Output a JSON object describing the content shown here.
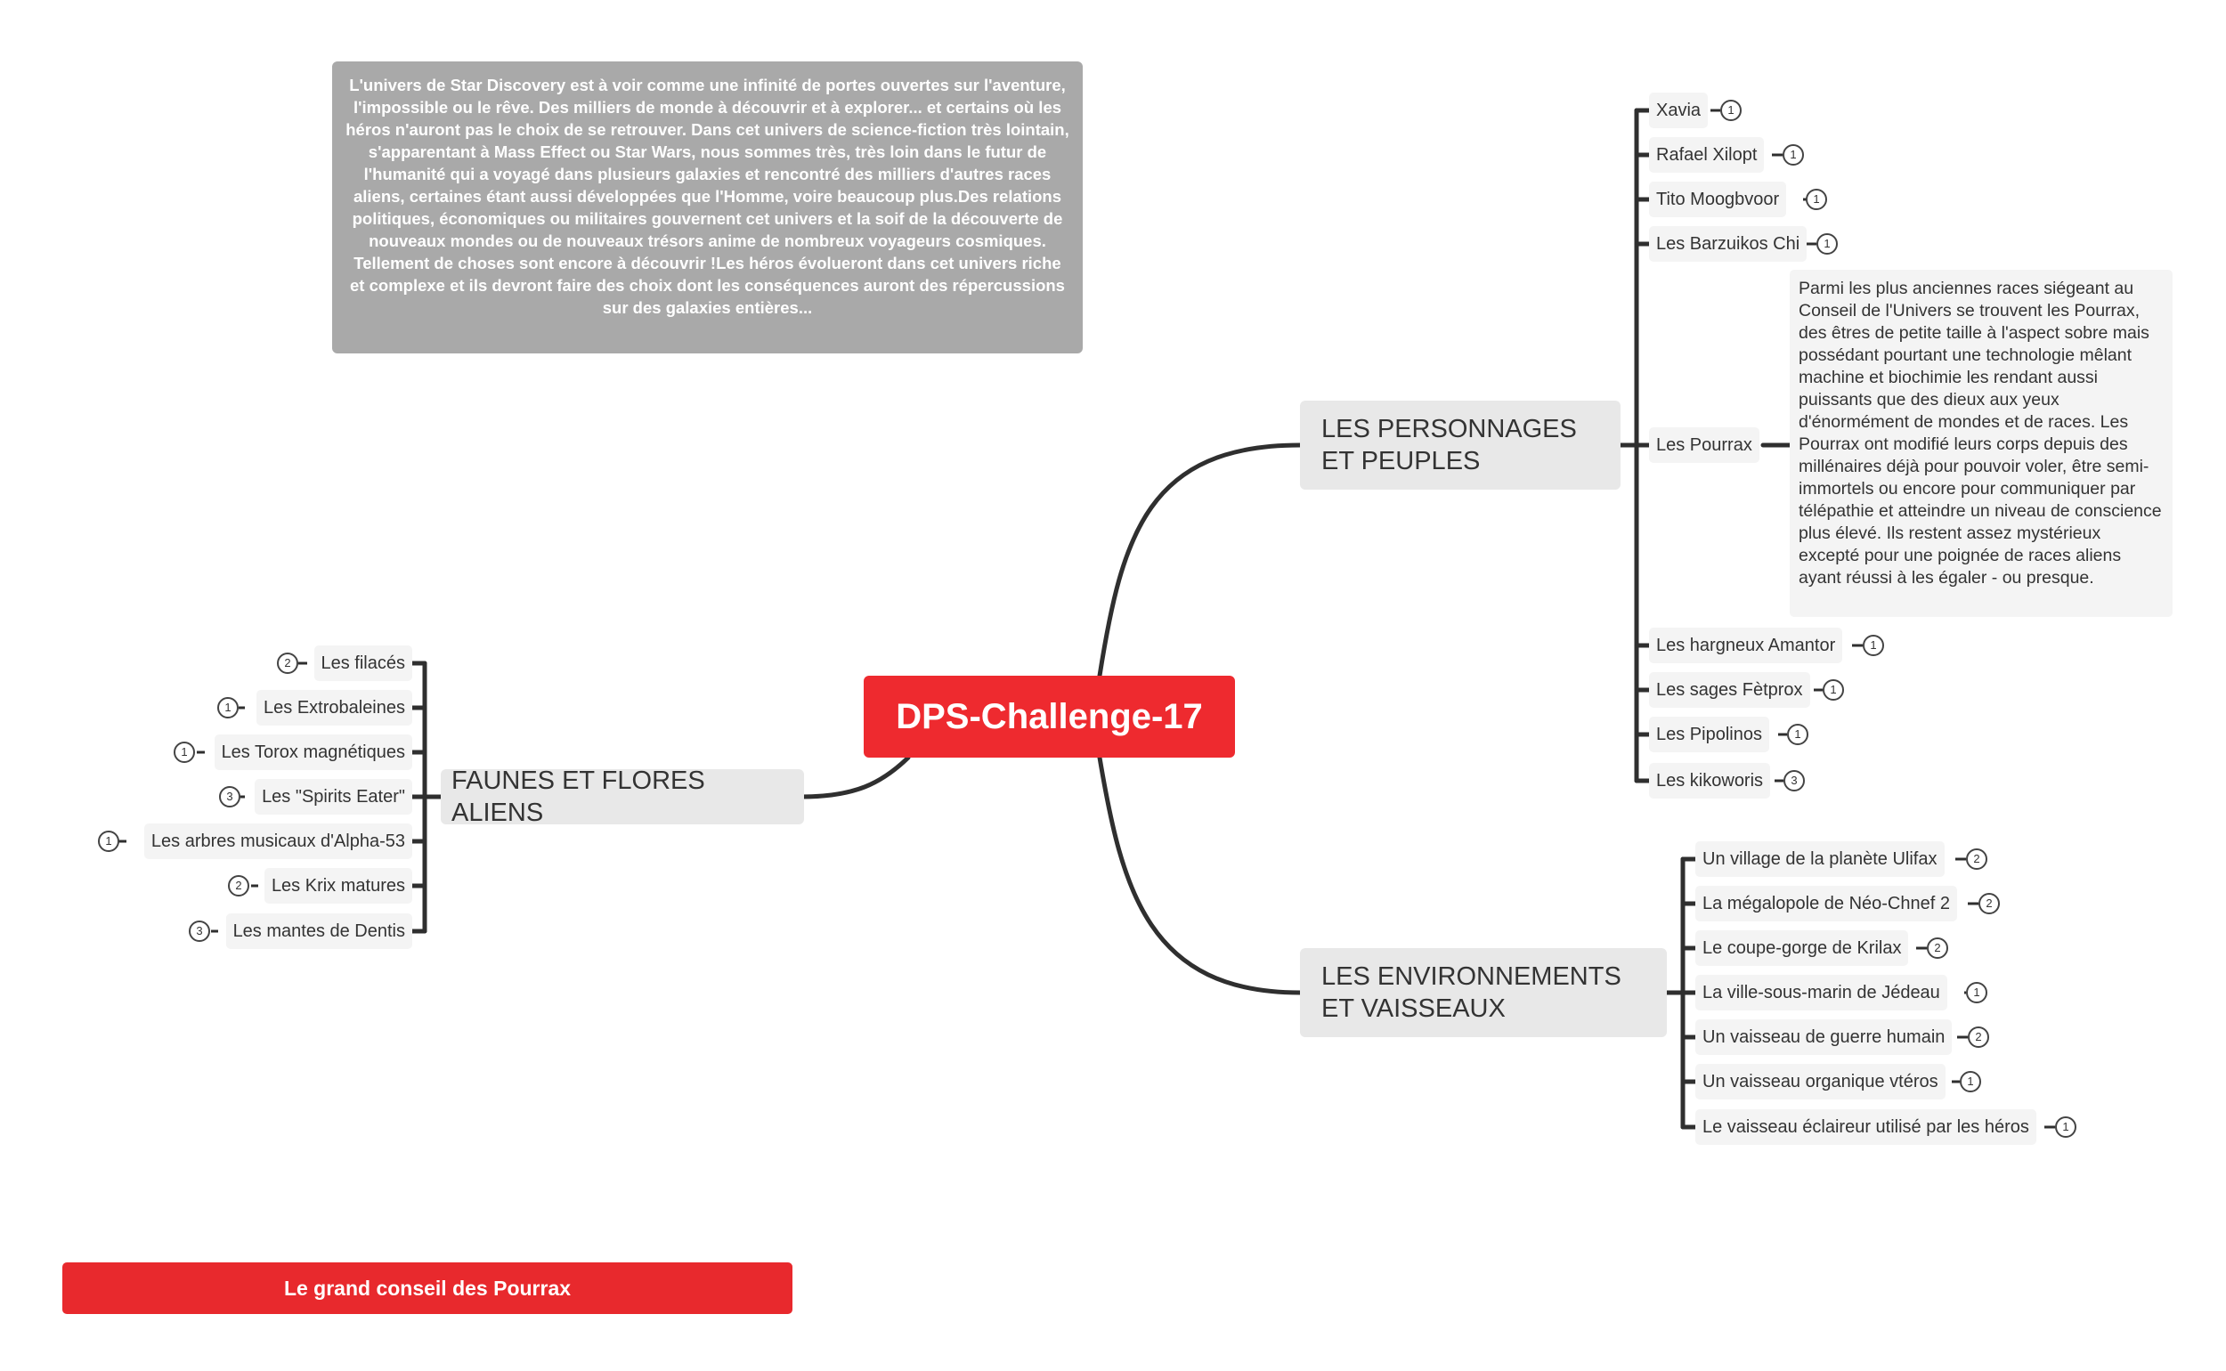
{
  "central": {
    "title": "DPS-Challenge-17"
  },
  "intro_note": "L'univers de Star Discovery est à voir comme une infinité de portes ouvertes sur l'aventure, l'impossible ou le rêve. Des milliers de monde à découvrir et à explorer... et certains où les héros n'auront pas le choix de se retrouver. Dans cet univers de science-fiction très lointain, s'apparentant à Mass Effect ou Star Wars, nous sommes très, très loin dans le futur de l'humanité qui a voyagé dans plusieurs galaxies et rencontré des milliers d'autres races aliens, certaines étant aussi développées que l'Homme, voire beaucoup plus.Des relations politiques, économiques ou militaires gouvernent cet univers et la soif de la découverte de nouveaux mondes ou de nouveaux trésors anime de nombreux voyageurs cosmiques. Tellement de choses sont encore à découvrir !Les héros évolueront dans cet univers riche et complexe et ils devront faire des choix dont les conséquences auront des répercussions sur des galaxies entières...",
  "footer_label": "Le grand conseil des Pourrax",
  "branches": {
    "personnages": {
      "title": "LES PERSONNAGES ET PEUPLES",
      "items": [
        {
          "label": "Xavia",
          "badge": "1"
        },
        {
          "label": "Rafael Xilopt",
          "badge": "1"
        },
        {
          "label": "Tito Moogbvoor",
          "badge": "1"
        },
        {
          "label": "Les Barzuikos Chi",
          "badge": "1"
        },
        {
          "label": "Les Pourrax",
          "badge": ""
        },
        {
          "label": "Les hargneux Amantor",
          "badge": "1"
        },
        {
          "label": "Les sages Fètprox",
          "badge": "1"
        },
        {
          "label": "Les Pipolinos",
          "badge": "1"
        },
        {
          "label": "Les kikoworis",
          "badge": "3"
        }
      ],
      "pourrax_note": "Parmi les plus anciennes races siégeant au Conseil de l'Univers se trouvent les Pourrax, des êtres de petite taille à l'aspect sobre mais possédant pourtant une technologie mêlant machine et biochimie les rendant aussi puissants que des dieux aux yeux d'énormément de mondes et de races. Les Pourrax ont modifié leurs corps depuis des millénaires déjà pour pouvoir voler, être semi-immortels ou encore pour communiquer par télépathie et atteindre un niveau de conscience plus élevé. Ils restent assez mystérieux excepté pour une poignée de races aliens ayant réussi à les égaler - ou presque."
    },
    "environnements": {
      "title": "LES ENVIRONNEMENTS ET VAISSEAUX",
      "items": [
        {
          "label": "Un village de la planète Ulifax",
          "badge": "2"
        },
        {
          "label": "La mégalopole de Néo-Chnef 2",
          "badge": "2"
        },
        {
          "label": "Le coupe-gorge de Krilax",
          "badge": "2"
        },
        {
          "label": "La ville-sous-marin de Jédeau",
          "badge": "1"
        },
        {
          "label": "Un vaisseau de guerre humain",
          "badge": "2"
        },
        {
          "label": "Un vaisseau organique vtéros",
          "badge": "1"
        },
        {
          "label": "Le vaisseau éclaireur utilisé par les héros",
          "badge": "1"
        }
      ]
    },
    "faunes": {
      "title": "FAUNES ET FLORES ALIENS",
      "items": [
        {
          "label": "Les filacés",
          "badge": "2"
        },
        {
          "label": "Les Extrobaleines",
          "badge": "1"
        },
        {
          "label": "Les Torox magnétiques",
          "badge": "1"
        },
        {
          "label": "Les \"Spirits Eater\"",
          "badge": "3"
        },
        {
          "label": "Les arbres musicaux d'Alpha-53",
          "badge": "1"
        },
        {
          "label": "Les Krix matures",
          "badge": "2"
        },
        {
          "label": "Les mantes de Dentis",
          "badge": "3"
        }
      ]
    }
  },
  "colors": {
    "accent_red": "#ee2a2f",
    "node_gray": "#e8e8e8",
    "intro_gray": "#a9a9a9",
    "line": "#2f2f2f"
  }
}
